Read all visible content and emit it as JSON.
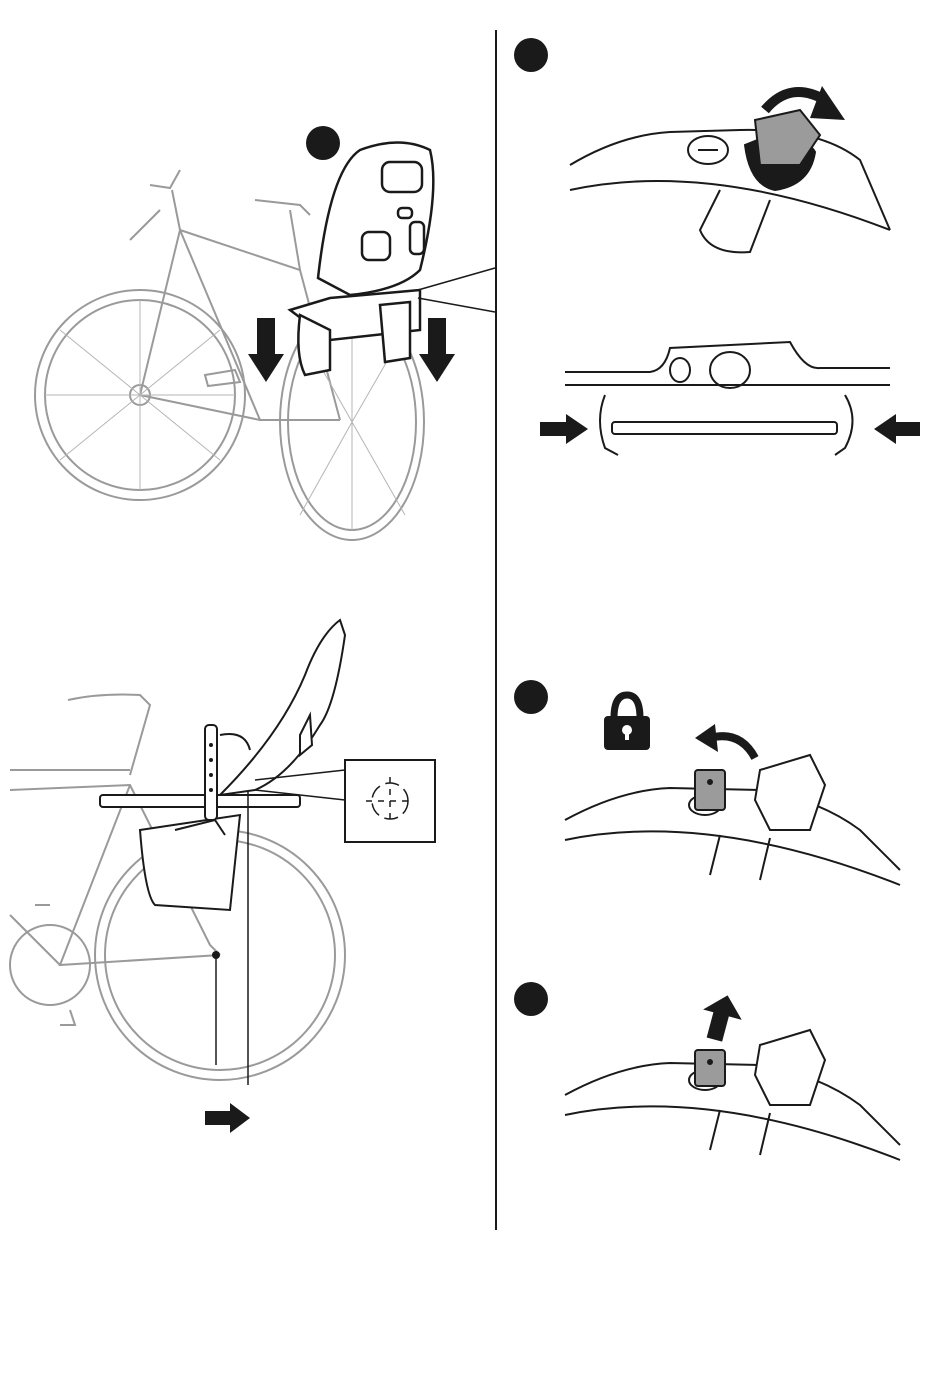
{
  "document": {
    "kind": "instruction-illustrations",
    "steps": [
      {
        "marker": "filled-circle",
        "content": "bike-with-child-seat-lowered-onto-rack"
      },
      {
        "marker": "filled-circle",
        "content": "knob-tighten-and-clamp-squeeze"
      },
      {
        "marker": "none",
        "content": "side-view-alignment-with-target"
      },
      {
        "marker": "filled-circle",
        "content": "key-turn-to-lock"
      },
      {
        "marker": "filled-circle",
        "content": "key-remove"
      }
    ],
    "icons": {
      "down_arrow": "down-arrow-icon",
      "right_arrow": "right-arrow-icon",
      "left_arrow": "left-arrow-icon",
      "curved_arrow": "curved-arrow-icon",
      "lock": "padlock-icon",
      "up_arrow": "up-arrow-icon",
      "target": "crosshair-target-icon"
    },
    "colors": {
      "ink": "#1a1a1a",
      "light_line": "#9a9a9a",
      "gray_fill": "#9b9b9b",
      "paper": "#ffffff"
    }
  }
}
